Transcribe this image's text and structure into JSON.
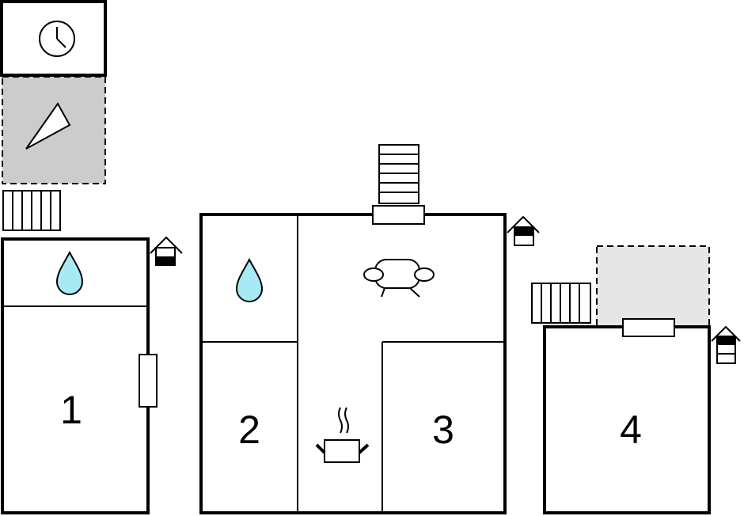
{
  "rooms": [
    {
      "id": "1",
      "label": "1"
    },
    {
      "id": "2",
      "label": "2"
    },
    {
      "id": "3",
      "label": "3"
    },
    {
      "id": "4",
      "label": "4"
    }
  ],
  "colors": {
    "wall": "#000000",
    "water": "#a7eaf5",
    "terrace_dark": "#cccccc",
    "terrace_light": "#e6e6e6",
    "background": "#ffffff"
  },
  "icons": [
    "clock-icon",
    "compass-icon",
    "water-drop-icon",
    "sofa-icon",
    "cooking-pot-icon",
    "house-entrance-icon",
    "stairs-icon",
    "door-icon",
    "radiator-icon"
  ]
}
